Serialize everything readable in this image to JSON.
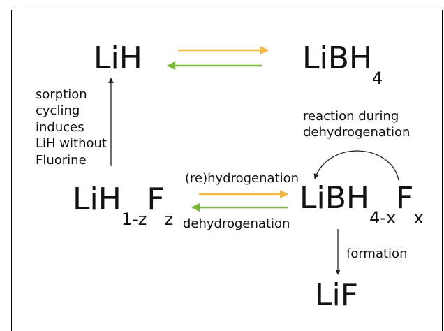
{
  "species": {
    "lih": {
      "main": "LiH"
    },
    "libh4": {
      "main": "LiBH",
      "sub": "4"
    },
    "lihf": {
      "p1": "LiH",
      "s1": "1-z",
      "p2": "F",
      "s2": "z"
    },
    "libhf": {
      "p1": "LiBH",
      "s1": "4-x",
      "p2": "F",
      "s2": "x"
    },
    "lif": {
      "main": "LiF"
    }
  },
  "labels": {
    "sorption": [
      "sorption",
      "cycling",
      "induces",
      "LiH without",
      "Fluorine"
    ],
    "reaction": [
      "reaction during",
      "dehydrogenation"
    ],
    "rehydrogenation": "(re)hydrogenation",
    "dehydrogenation": "dehydrogenation",
    "formation": "formation"
  },
  "colors": {
    "orange": "#F4B942",
    "green": "#7DB83A",
    "black": "#222222"
  }
}
